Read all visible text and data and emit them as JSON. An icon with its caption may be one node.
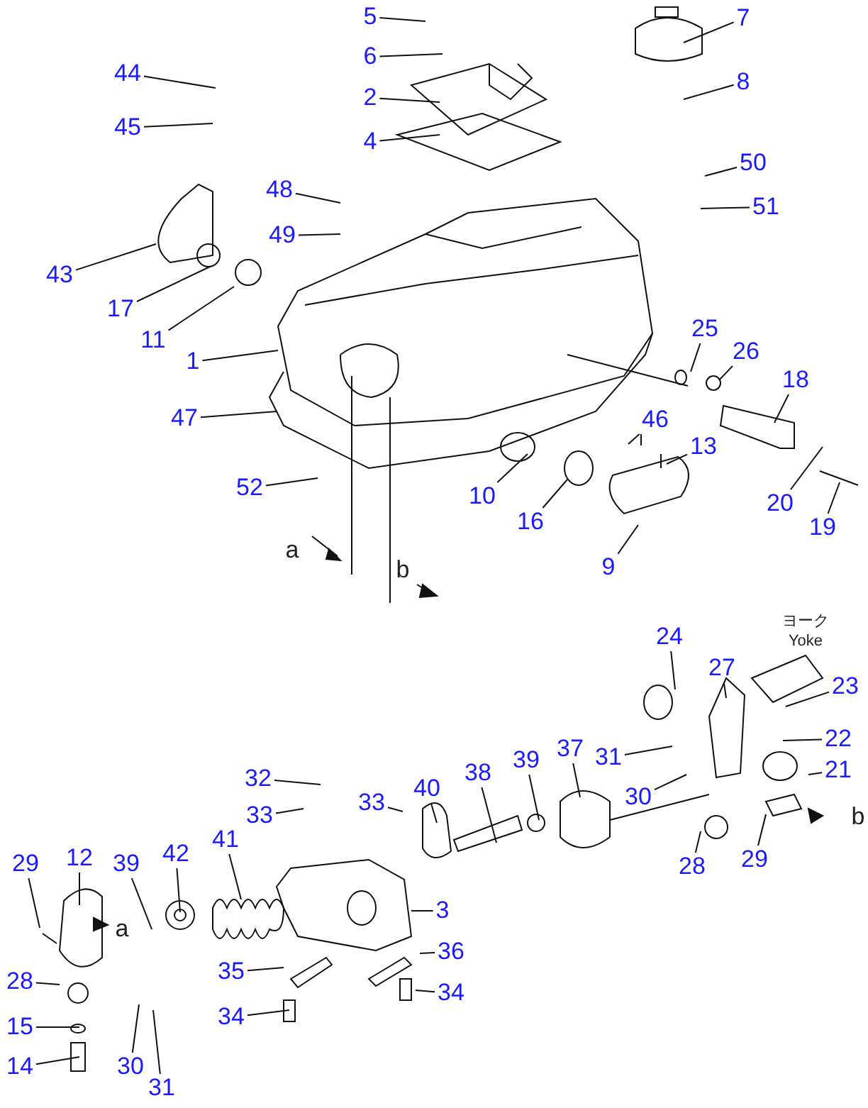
{
  "diagram": {
    "nodes": [
      {
        "text": [
          "5"
        ]
      },
      {
        "text": [
          "6"
        ]
      },
      {
        "text": [
          "2"
        ]
      },
      {
        "text": [
          "4"
        ]
      },
      {
        "text": [
          "7"
        ]
      },
      {
        "text": [
          "8"
        ]
      },
      {
        "text": [
          "50"
        ]
      },
      {
        "text": [
          "51"
        ]
      },
      {
        "text": [
          "44"
        ]
      },
      {
        "text": [
          "45"
        ]
      },
      {
        "text": [
          "48"
        ]
      },
      {
        "text": [
          "49"
        ]
      },
      {
        "text": [
          "43"
        ]
      },
      {
        "text": [
          "17"
        ]
      },
      {
        "text": [
          "11"
        ]
      },
      {
        "text": [
          "1"
        ]
      },
      {
        "text": [
          "47"
        ]
      },
      {
        "text": [
          "52"
        ]
      },
      {
        "text": [
          "25"
        ]
      },
      {
        "text": [
          "26"
        ]
      },
      {
        "text": [
          "18"
        ]
      },
      {
        "text": [
          "46"
        ]
      },
      {
        "text": [
          "13"
        ]
      },
      {
        "text": [
          "10"
        ]
      },
      {
        "text": [
          "16"
        ]
      },
      {
        "text": [
          "9"
        ]
      },
      {
        "text": [
          "20"
        ]
      },
      {
        "text": [
          "19"
        ]
      },
      {
        "text": [
          "24"
        ]
      },
      {
        "text": [
          "27"
        ]
      },
      {
        "text": [
          "23"
        ]
      },
      {
        "text": [
          "22"
        ]
      },
      {
        "text": [
          "21"
        ]
      },
      {
        "text": [
          "31"
        ]
      },
      {
        "text": [
          "30"
        ]
      },
      {
        "text": [
          "37"
        ]
      },
      {
        "text": [
          "39"
        ]
      },
      {
        "text": [
          "38"
        ]
      },
      {
        "text": [
          "40"
        ]
      },
      {
        "text": [
          "28"
        ]
      },
      {
        "text": [
          "29"
        ]
      },
      {
        "text": [
          "32"
        ]
      },
      {
        "text": [
          "33"
        ]
      },
      {
        "text": [
          "33"
        ]
      },
      {
        "text": [
          "3"
        ]
      },
      {
        "text": [
          "36"
        ]
      },
      {
        "text": [
          "34"
        ]
      },
      {
        "text": [
          "35"
        ]
      },
      {
        "text": [
          "34"
        ]
      },
      {
        "text": [
          "29"
        ]
      },
      {
        "text": [
          "12"
        ]
      },
      {
        "text": [
          "39"
        ]
      },
      {
        "text": [
          "42"
        ]
      },
      {
        "text": [
          "41"
        ]
      },
      {
        "text": [
          "28"
        ]
      },
      {
        "text": [
          "15"
        ]
      },
      {
        "text": [
          "14"
        ]
      },
      {
        "text": [
          "30"
        ]
      },
      {
        "text": [
          "31"
        ]
      }
    ],
    "edges": [
      {
        "from": 0,
        "to": null,
        "arrow": "none"
      },
      {
        "from": 1,
        "to": null,
        "arrow": "none"
      },
      {
        "from": 2,
        "to": null,
        "arrow": "none"
      },
      {
        "from": 3,
        "to": null,
        "arrow": "none"
      },
      {
        "from": 4,
        "to": null,
        "arrow": "none"
      },
      {
        "from": 5,
        "to": null,
        "arrow": "none"
      },
      {
        "from": 6,
        "to": null,
        "arrow": "none"
      },
      {
        "from": 7,
        "to": null,
        "arrow": "none"
      },
      {
        "from": 8,
        "to": null,
        "arrow": "none"
      },
      {
        "from": 9,
        "to": null,
        "arrow": "none"
      },
      {
        "from": 10,
        "to": null,
        "arrow": "none"
      },
      {
        "from": 11,
        "to": null,
        "arrow": "none"
      },
      {
        "from": 12,
        "to": null,
        "arrow": "none"
      },
      {
        "from": 13,
        "to": null,
        "arrow": "none"
      },
      {
        "from": 14,
        "to": null,
        "arrow": "none"
      },
      {
        "from": 15,
        "to": null,
        "arrow": "none"
      },
      {
        "from": 16,
        "to": null,
        "arrow": "none"
      },
      {
        "from": 17,
        "to": null,
        "arrow": "none"
      },
      {
        "from": 18,
        "to": null,
        "arrow": "none"
      },
      {
        "from": 19,
        "to": null,
        "arrow": "none"
      },
      {
        "from": 20,
        "to": null,
        "arrow": "none"
      },
      {
        "from": 21,
        "to": null,
        "arrow": "none"
      },
      {
        "from": 22,
        "to": null,
        "arrow": "none"
      },
      {
        "from": 23,
        "to": null,
        "arrow": "none"
      },
      {
        "from": 24,
        "to": null,
        "arrow": "none"
      },
      {
        "from": 25,
        "to": null,
        "arrow": "none"
      },
      {
        "from": 26,
        "to": null,
        "arrow": "none"
      },
      {
        "from": 27,
        "to": null,
        "arrow": "none"
      },
      {
        "from": 28,
        "to": null,
        "arrow": "none"
      },
      {
        "from": 29,
        "to": null,
        "arrow": "none"
      },
      {
        "from": 30,
        "to": null,
        "arrow": "none"
      },
      {
        "from": 31,
        "to": null,
        "arrow": "none"
      },
      {
        "from": 32,
        "to": null,
        "arrow": "none"
      },
      {
        "from": 33,
        "to": null,
        "arrow": "none"
      },
      {
        "from": 34,
        "to": null,
        "arrow": "none"
      },
      {
        "from": 35,
        "to": null,
        "arrow": "none"
      },
      {
        "from": 36,
        "to": null,
        "arrow": "none"
      },
      {
        "from": 37,
        "to": null,
        "arrow": "none"
      },
      {
        "from": 38,
        "to": null,
        "arrow": "none"
      },
      {
        "from": 39,
        "to": null,
        "arrow": "none"
      },
      {
        "from": 40,
        "to": null,
        "arrow": "none"
      },
      {
        "from": 41,
        "to": null,
        "arrow": "none"
      },
      {
        "from": 42,
        "to": null,
        "arrow": "none"
      },
      {
        "from": 43,
        "to": null,
        "arrow": "none"
      },
      {
        "from": 44,
        "to": null,
        "arrow": "none"
      },
      {
        "from": 45,
        "to": null,
        "arrow": "none"
      },
      {
        "from": 46,
        "to": null,
        "arrow": "none"
      },
      {
        "from": 47,
        "to": null,
        "arrow": "none"
      },
      {
        "from": 48,
        "to": null,
        "arrow": "none"
      },
      {
        "from": 49,
        "to": null,
        "arrow": "none"
      },
      {
        "from": 50,
        "to": null,
        "arrow": "none"
      },
      {
        "from": 51,
        "to": null,
        "arrow": "none"
      },
      {
        "from": 52,
        "to": null,
        "arrow": "none"
      },
      {
        "from": 53,
        "to": null,
        "arrow": "none"
      },
      {
        "from": 54,
        "to": null,
        "arrow": "none"
      },
      {
        "from": 55,
        "to": null,
        "arrow": "none"
      },
      {
        "from": 56,
        "to": null,
        "arrow": "none"
      },
      {
        "from": 57,
        "to": null,
        "arrow": "none"
      },
      {
        "from": 58,
        "to": null,
        "arrow": "none"
      }
    ],
    "labels": [
      "a",
      "b",
      "ヨーク",
      "Yoke",
      "a",
      "b"
    ]
  }
}
